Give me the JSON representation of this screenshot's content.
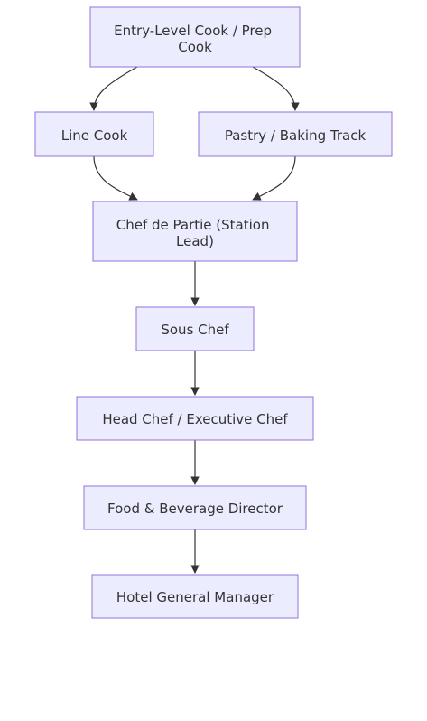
{
  "nodes": [
    {
      "id": "entry",
      "lines": [
        "Entry-Level Cook / Prep",
        "Cook"
      ]
    },
    {
      "id": "line",
      "lines": [
        "Line Cook"
      ]
    },
    {
      "id": "pastry",
      "lines": [
        "Pastry / Baking Track"
      ]
    },
    {
      "id": "partie",
      "lines": [
        "Chef de Partie (Station",
        "Lead)"
      ]
    },
    {
      "id": "sous",
      "lines": [
        "Sous Chef"
      ]
    },
    {
      "id": "head",
      "lines": [
        "Head Chef / Executive Chef"
      ]
    },
    {
      "id": "fnb",
      "lines": [
        "Food & Beverage Director"
      ]
    },
    {
      "id": "gm",
      "lines": [
        "Hotel General Manager"
      ]
    }
  ],
  "edges": [
    {
      "from": "entry",
      "to": "line"
    },
    {
      "from": "entry",
      "to": "pastry"
    },
    {
      "from": "line",
      "to": "partie"
    },
    {
      "from": "pastry",
      "to": "partie"
    },
    {
      "from": "partie",
      "to": "sous"
    },
    {
      "from": "sous",
      "to": "head"
    },
    {
      "from": "head",
      "to": "fnb"
    },
    {
      "from": "fnb",
      "to": "gm"
    }
  ],
  "colors": {
    "node_fill": "#ececff",
    "node_border": "#9370db",
    "edge": "#333333",
    "text": "#333333"
  }
}
